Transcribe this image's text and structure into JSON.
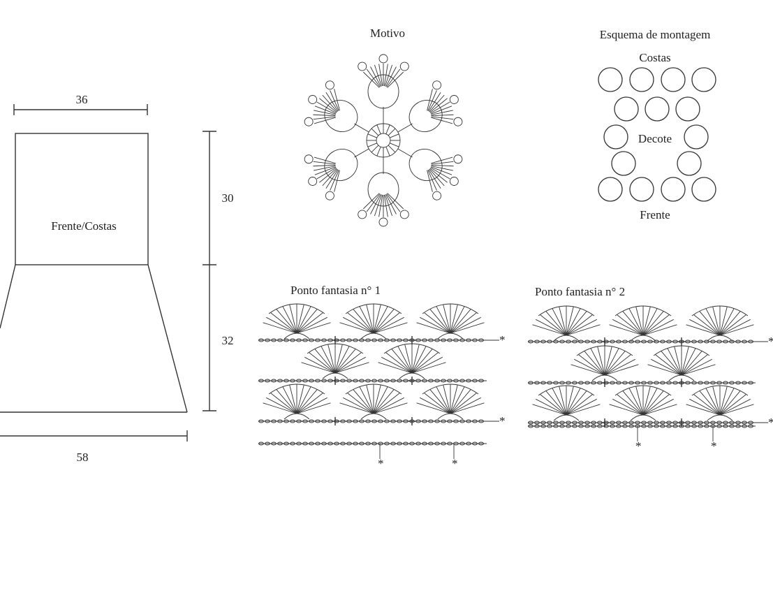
{
  "schematic": {
    "width_top": "36",
    "height_upper": "30",
    "height_lower": "32",
    "width_bottom": "58",
    "piece_label": "Frente/Costas"
  },
  "motif": {
    "title": "Motivo"
  },
  "assembly": {
    "title": "Esquema de montagem",
    "back_label": "Costas",
    "neck_label": "Decote",
    "front_label": "Frente",
    "rows": [
      4,
      3,
      2,
      2,
      4
    ]
  },
  "stitch1": {
    "title": "Ponto fantasia n° 1"
  },
  "stitch2": {
    "title": "Ponto fantasia n° 2"
  },
  "colors": {
    "line": "#333333",
    "background": "#ffffff"
  }
}
